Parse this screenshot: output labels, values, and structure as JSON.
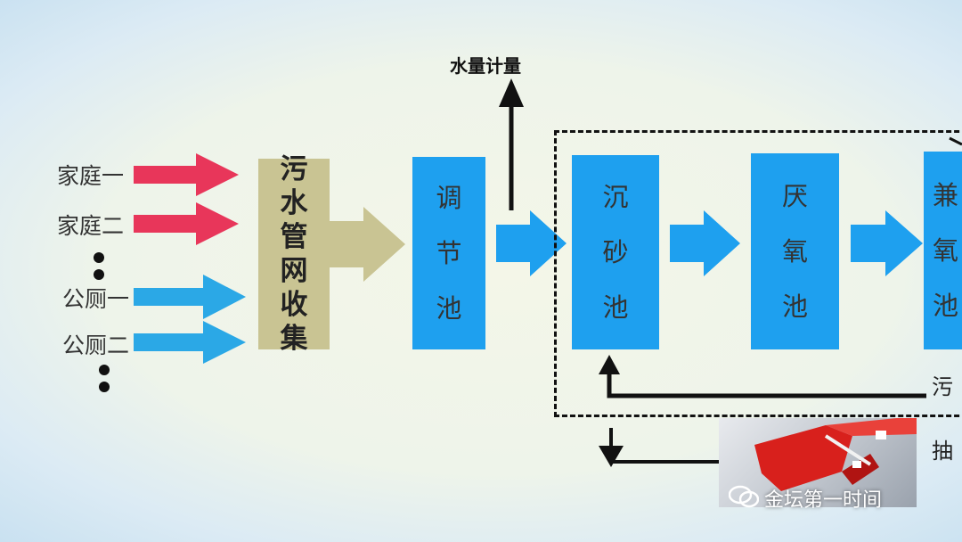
{
  "sources": [
    {
      "label": "家庭一",
      "color": "#e8365a"
    },
    {
      "label": "家庭二",
      "color": "#e8365a"
    },
    {
      "label": "公厕一",
      "color": "#2ba8e6"
    },
    {
      "label": "公厕二",
      "color": "#2ba8e6"
    }
  ],
  "collection": {
    "chars": [
      "污",
      "水",
      "管",
      "网",
      "收",
      "集"
    ],
    "color": "#c9c493"
  },
  "tanks": [
    {
      "chars": [
        "调",
        "节",
        "池"
      ]
    },
    {
      "chars": [
        "沉",
        "砂",
        "池"
      ]
    },
    {
      "chars": [
        "厌",
        "氧",
        "池"
      ]
    },
    {
      "chars": [
        "兼",
        "氧",
        "池"
      ]
    }
  ],
  "top_label": "水量计量",
  "right_labels": {
    "reflux": "污",
    "extract": "抽"
  },
  "watermark": {
    "caption": "金坛第一时间",
    "icon": "wechat-icon"
  },
  "colors": {
    "tank": "#1ea0ef",
    "arrow_blue": "#1ea0ef",
    "arrow_red": "#e8365a",
    "arrow_collect": "#c9c493"
  }
}
